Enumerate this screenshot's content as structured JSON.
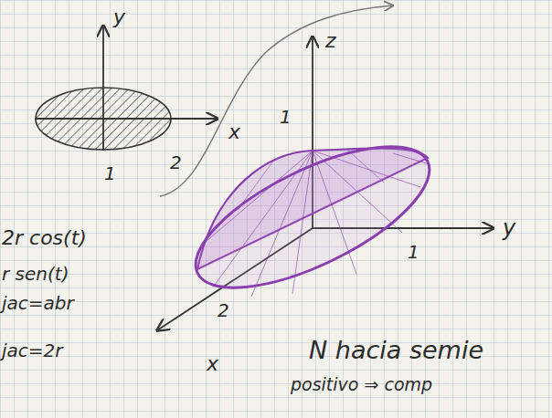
{
  "diagram": {
    "labels": [
      "y",
      "x",
      "2",
      "1",
      "2r cos(t)",
      "r sen(t)",
      "jac=abr",
      "jac=2r",
      "z",
      "1",
      "y",
      "1",
      "2",
      "x",
      "N hacia semie",
      "positivo ⇒ comp"
    ]
  }
}
